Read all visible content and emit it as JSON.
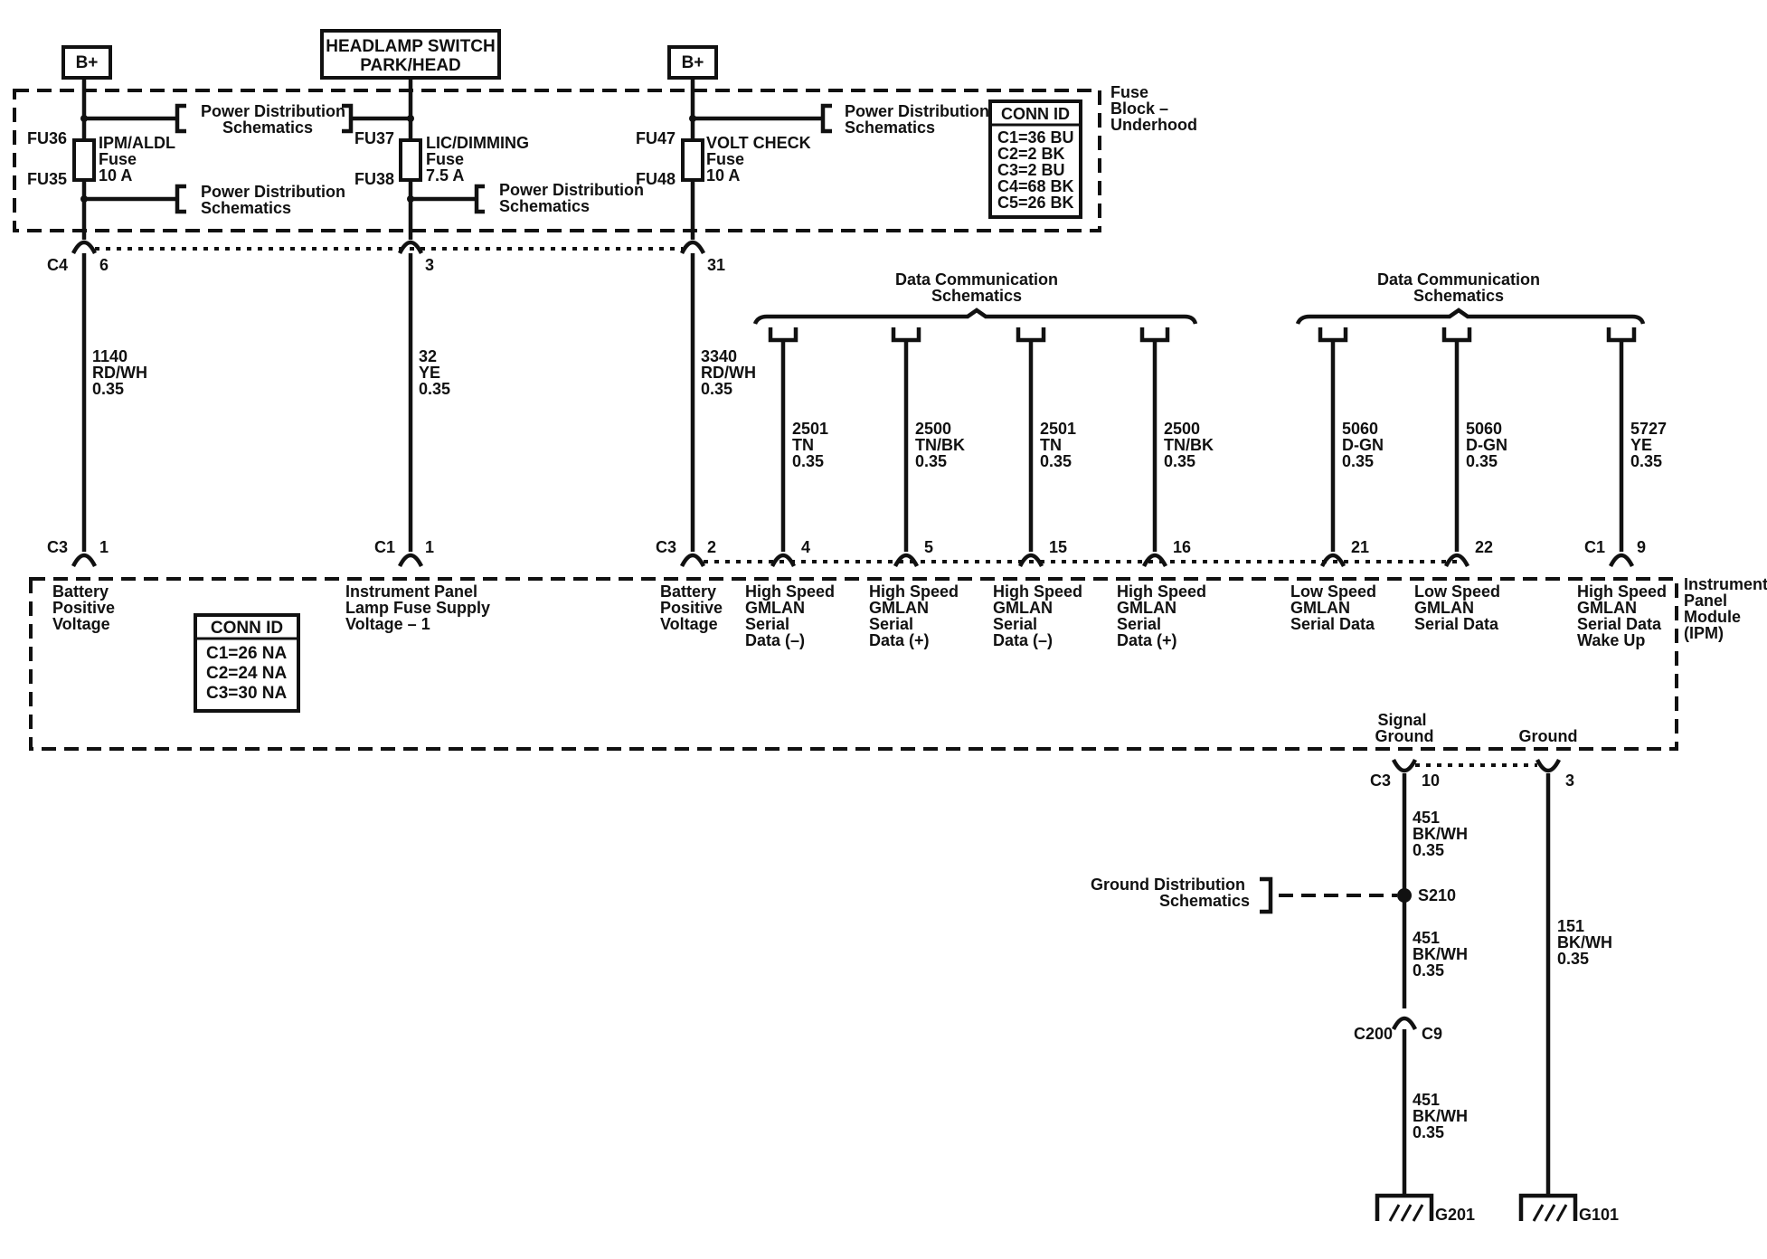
{
  "fuse_block": {
    "label_lines": [
      "Fuse",
      "Block –",
      "Underhood"
    ],
    "b_plus_1": "B+",
    "b_plus_2": "B+",
    "headlamp_switch": [
      "HEADLAMP SWITCH",
      "PARK/HEAD"
    ],
    "power_dist_label": [
      "Power Distribution",
      "Schematics"
    ],
    "fuse_refs": [
      "FU36",
      "FU35",
      "FU37",
      "FU38",
      "FU47",
      "FU48"
    ],
    "fuses": [
      {
        "lines": [
          "IPM/ALDL",
          "Fuse",
          "10 A"
        ]
      },
      {
        "lines": [
          "LIC/DIMMING",
          "Fuse",
          "7.5 A"
        ]
      },
      {
        "lines": [
          "VOLT CHECK",
          "Fuse",
          "10 A"
        ]
      }
    ],
    "conn_id": {
      "title": "CONN ID",
      "items": [
        "C1=36 BU",
        "C2=2 BK",
        "C3=2 BU",
        "C4=68 BK",
        "C5=26 BK"
      ]
    },
    "connector": "C4",
    "pins": [
      "6",
      "3",
      "31"
    ]
  },
  "supply_wires": [
    {
      "circuit": "1140",
      "color": "RD/WH",
      "gauge": "0.35"
    },
    {
      "circuit": "32",
      "color": "YE",
      "gauge": "0.35"
    },
    {
      "circuit": "3340",
      "color": "RD/WH",
      "gauge": "0.35"
    }
  ],
  "data_comm_label": [
    "Data Communication",
    "Schematics"
  ],
  "data_wires": [
    {
      "circuit": "2501",
      "color": "TN",
      "gauge": "0.35"
    },
    {
      "circuit": "2500",
      "color": "TN/BK",
      "gauge": "0.35"
    },
    {
      "circuit": "2501",
      "color": "TN",
      "gauge": "0.35"
    },
    {
      "circuit": "2500",
      "color": "TN/BK",
      "gauge": "0.35"
    },
    {
      "circuit": "5060",
      "color": "D-GN",
      "gauge": "0.35"
    },
    {
      "circuit": "5060",
      "color": "D-GN",
      "gauge": "0.35"
    },
    {
      "circuit": "5727",
      "color": "YE",
      "gauge": "0.35"
    }
  ],
  "ipm": {
    "label_lines": [
      "Instrument",
      "Panel",
      "Module",
      "(IPM)"
    ],
    "conn_id": {
      "title": "CONN ID",
      "items": [
        "C1=26 NA",
        "C2=24 NA",
        "C3=30 NA"
      ]
    },
    "top_connectors": [
      {
        "conn": "C3",
        "pin": "1"
      },
      {
        "conn": "C1",
        "pin": "1"
      },
      {
        "conn": "C3",
        "pin": "2"
      },
      {
        "conn": "",
        "pin": "4"
      },
      {
        "conn": "",
        "pin": "5"
      },
      {
        "conn": "",
        "pin": "15"
      },
      {
        "conn": "",
        "pin": "16"
      },
      {
        "conn": "",
        "pin": "21"
      },
      {
        "conn": "",
        "pin": "22"
      },
      {
        "conn": "C1",
        "pin": "9"
      }
    ],
    "pin_labels": [
      [
        "Battery",
        "Positive",
        "Voltage"
      ],
      [
        "Instrument Panel",
        "Lamp Fuse Supply",
        "Voltage – 1"
      ],
      [
        "Battery",
        "Positive",
        "Voltage"
      ],
      [
        "High Speed",
        "GMLAN",
        "Serial",
        "Data (–)"
      ],
      [
        "High Speed",
        "GMLAN",
        "Serial",
        "Data (+)"
      ],
      [
        "High Speed",
        "GMLAN",
        "Serial",
        "Data (–)"
      ],
      [
        "High Speed",
        "GMLAN",
        "Serial",
        "Data (+)"
      ],
      [
        "Low Speed",
        "GMLAN",
        "Serial Data"
      ],
      [
        "Low Speed",
        "GMLAN",
        "Serial Data"
      ],
      [
        "High Speed",
        "GMLAN",
        "Serial Data",
        "Wake Up"
      ]
    ],
    "signal_ground_label": [
      "Signal",
      "Ground"
    ],
    "ground_label": [
      "Ground"
    ],
    "bottom_connector": "C3",
    "bottom_pins": [
      "10",
      "3"
    ]
  },
  "ground_circuit": {
    "wire_a": {
      "circuit": "451",
      "color": "BK/WH",
      "gauge": "0.35"
    },
    "wire_b": {
      "circuit": "451",
      "color": "BK/WH",
      "gauge": "0.35"
    },
    "wire_c": {
      "circuit": "451",
      "color": "BK/WH",
      "gauge": "0.35"
    },
    "wire_d": {
      "circuit": "151",
      "color": "BK/WH",
      "gauge": "0.35"
    },
    "splice": "S210",
    "ground_dist_label": [
      "Ground Distribution",
      "Schematics"
    ],
    "inline_connector": [
      "C200",
      "C9"
    ],
    "grounds": [
      "G201",
      "G101"
    ]
  }
}
